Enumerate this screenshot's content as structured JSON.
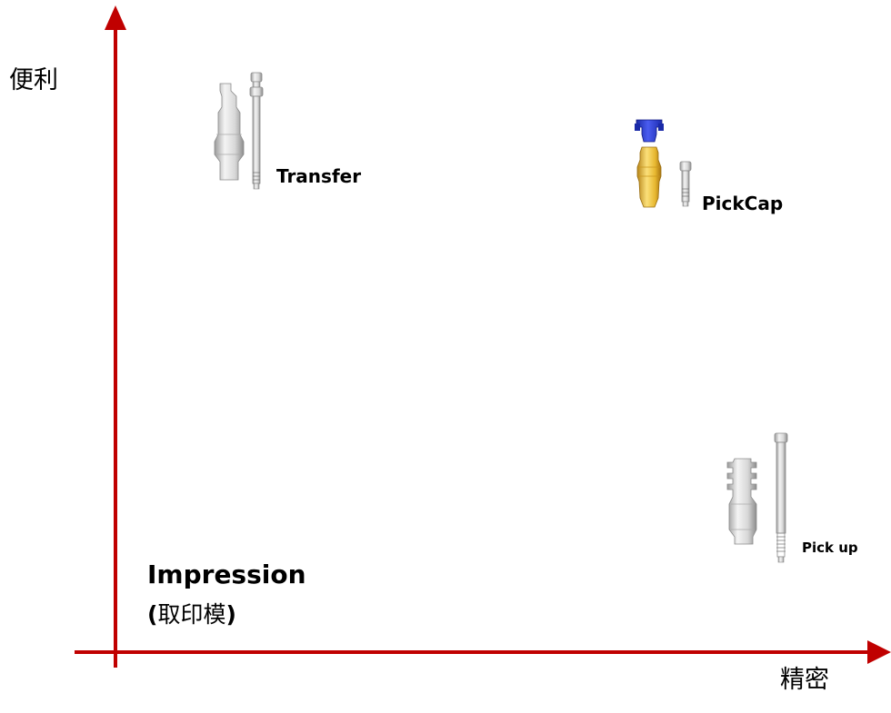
{
  "axes": {
    "y_label": "便利",
    "x_label": "精密",
    "color": "#c00000"
  },
  "title": {
    "main": "Impression",
    "paren_open": "(",
    "sub": "取印模",
    "paren_close": ")"
  },
  "items": [
    {
      "label": "Transfer",
      "icon": "transfer-coping-icon"
    },
    {
      "label": "PickCap",
      "icon": "pickcap-coping-icon",
      "accent_colors": [
        "#2b3fd6",
        "#e8b830"
      ]
    },
    {
      "label": "Pick up",
      "icon": "pickup-coping-icon"
    }
  ]
}
